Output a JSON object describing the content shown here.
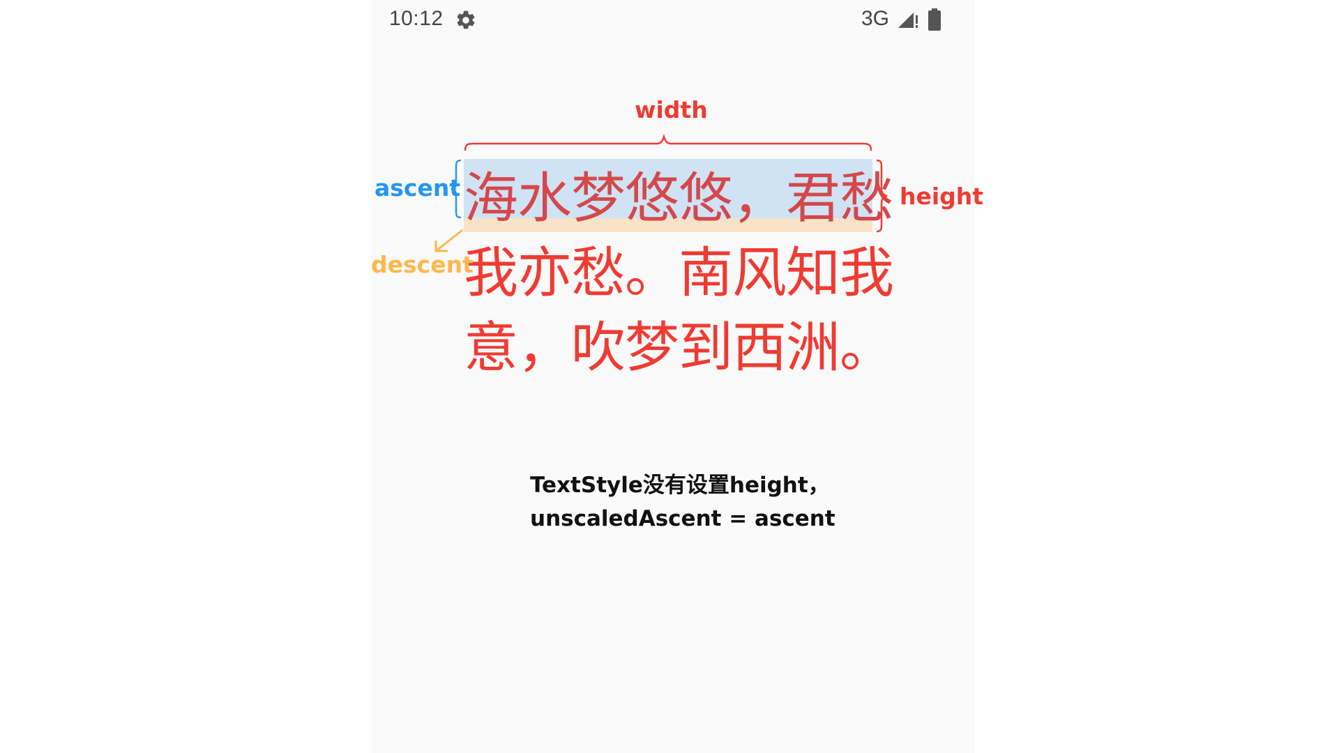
{
  "status_bar": {
    "time": "10:12",
    "network": "3G",
    "icons": [
      "settings-gear-icon",
      "signal-icon",
      "battery-icon"
    ]
  },
  "diagram": {
    "labels": {
      "width": "width",
      "ascent": "ascent",
      "height": "height",
      "descent": "descent"
    },
    "poem_lines": [
      "海水梦悠悠，君愁",
      "我亦愁。南风知我",
      "意，吹梦到西洲。"
    ],
    "colors": {
      "poem_text": "#ef3b32",
      "ascent": "#2196f3",
      "descent": "#ffb74d",
      "ascent_highlight": "#cfe3f5",
      "descent_highlight": "#f9e3c6",
      "width_height": "#ef3b32"
    }
  },
  "caption": {
    "line1": "TextStyle没有设置height，",
    "line2": "unscaledAscent = ascent"
  }
}
